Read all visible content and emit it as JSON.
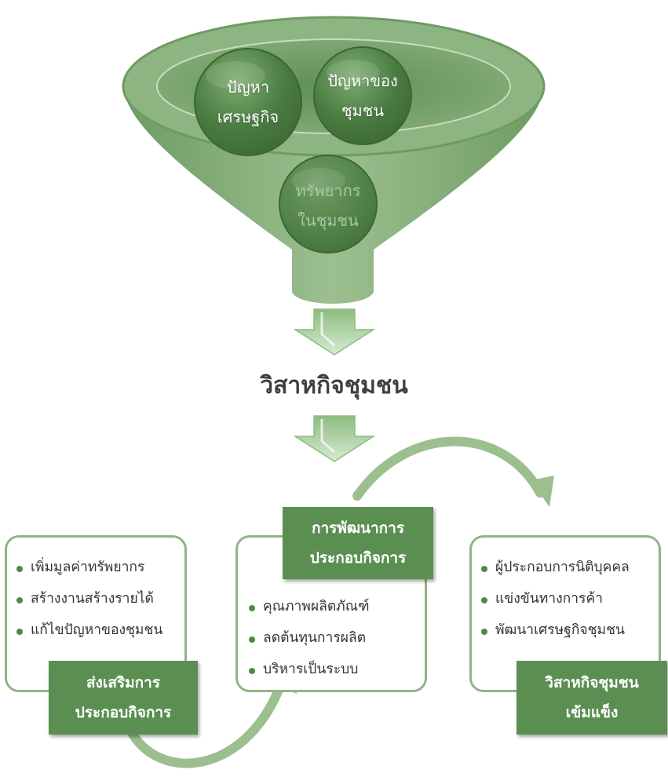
{
  "funnel": {
    "spheres": [
      {
        "line1": "ปัญหา",
        "line2": "เศรษฐกิจ"
      },
      {
        "line1": "ปัญหาของ",
        "line2": "ชุมชน"
      },
      {
        "line1": "ทรัพยากร",
        "line2": "ในชุมชน"
      }
    ]
  },
  "center_title": "วิสาหกิจชุมชน",
  "cards": [
    {
      "items": [
        "เพิ่มมูลค่าทรัพยากร",
        "สร้างงานสร้างรายได้",
        "แก้ไขปัญหาของชุมชน"
      ],
      "label_line1": "ส่งเสริมการ",
      "label_line2": "ประกอบกิจการ"
    },
    {
      "items": [
        "คุณภาพผลิตภัณฑ์",
        "ลดต้นทุนการผลิต",
        "บริหารเป็นระบบ"
      ],
      "label_line1": "การพัฒนาการ",
      "label_line2": "ประกอบกิจการ"
    },
    {
      "items": [
        "ผู้ประกอบการนิติบุคคล",
        "แข่งขันทางการค้า",
        "พัฒนาเศรษฐกิจชุมชน"
      ],
      "label_line1": "วิสาหกิจชุมชน",
      "label_line2": "เข้มแข็ง"
    }
  ],
  "colors": {
    "funnel": "#7aa46e",
    "sphere": "#4e7f45",
    "label_box": "#5b8f52",
    "card_border": "#8fb585",
    "arrow": "#9bbf8f"
  }
}
